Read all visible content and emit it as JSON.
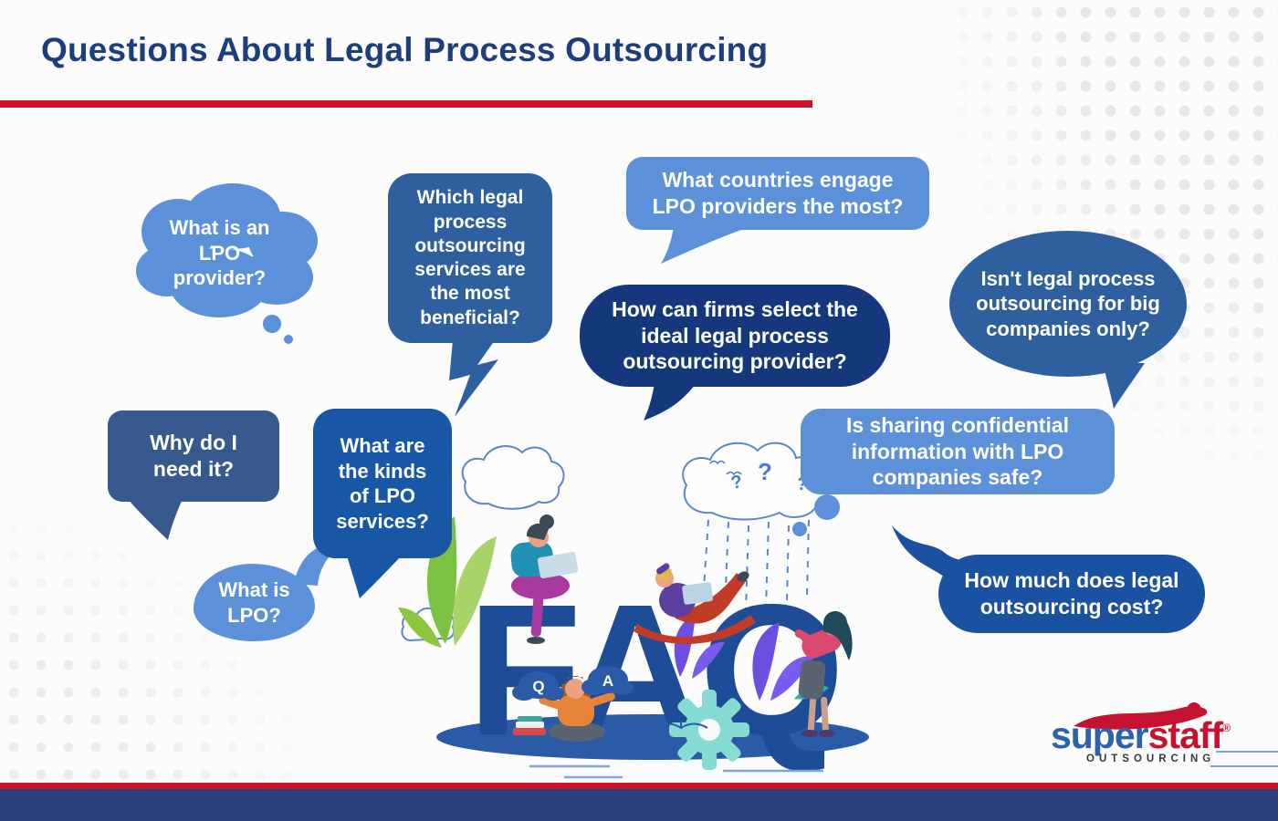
{
  "title": "Questions About Legal Process Outsourcing",
  "bubbles": {
    "lpo_provider": "What is an\nLPO\nprovider?",
    "which_legal": "Which legal\nprocess\noutsourcing\nservices are\nthe most\nbeneficial?",
    "countries": "What countries engage\nLPO providers the most?",
    "how_select": "How can firms select the\nideal legal process\noutsourcing provider?",
    "big_companies": "Isn't legal process\noutsourcing for big\ncompanies only?",
    "why_need": "Why do I\nneed it?",
    "kinds": "What are\nthe kinds\nof LPO\nservices?",
    "what_is_lpo": "What is\nLPO?",
    "confidential": "Is sharing confidential\ninformation with LPO\ncompanies safe?",
    "cost": "How much does legal\noutsourcing cost?"
  },
  "illustration": {
    "faq": "FAQ",
    "q_badge": "Q",
    "a_badge": "A",
    "qmark": "?"
  },
  "logo": {
    "super": "super",
    "staff": "staff",
    "registered": "®",
    "tagline": "OUTSOURCING"
  },
  "colors": {
    "title": "#1C3E7D",
    "accent_red": "#CE1126",
    "footer_navy": "#2A3F7D",
    "bubble_light_blue": "#5C90D9",
    "bubble_steel_blue": "#2E5F9E",
    "bubble_navy": "#14387B",
    "bubble_medium_blue": "#36598E",
    "bubble_strong_blue": "#1757A6",
    "bubble_deep_blue": "#1A51A0",
    "faq_letters": "#1E4C96"
  }
}
